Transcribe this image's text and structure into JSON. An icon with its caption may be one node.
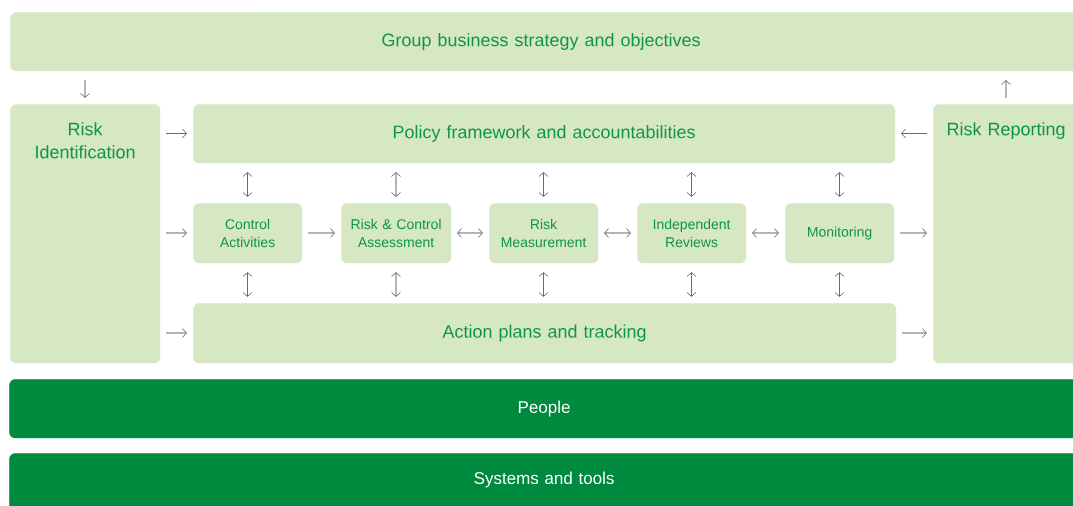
{
  "diagram": {
    "nodes": [
      {
        "text": [
          "Group business strategy and objectives"
        ]
      },
      {
        "text": [
          "Risk Identification"
        ]
      },
      {
        "text": [
          "Policy framework and accountabilities"
        ]
      },
      {
        "text": [
          "Control Activities"
        ]
      },
      {
        "text": [
          "Risk & Control Assessment"
        ]
      },
      {
        "text": [
          "Risk Measurement"
        ]
      },
      {
        "text": [
          "Independent Reviews"
        ]
      },
      {
        "text": [
          "Monitoring"
        ]
      },
      {
        "text": [
          "Action plans and tracking"
        ]
      },
      {
        "text": [
          "Risk Reporting"
        ]
      },
      {
        "text": [
          "People"
        ]
      },
      {
        "text": [
          "Systems and tools"
        ]
      }
    ],
    "edges": [
      {
        "from": 0,
        "to": 1,
        "arrow": "to"
      },
      {
        "from": 1,
        "to": 2,
        "arrow": "to"
      },
      {
        "from": 1,
        "to": 3,
        "arrow": "to"
      },
      {
        "from": 1,
        "to": 8,
        "arrow": "to"
      },
      {
        "from": 9,
        "to": 2,
        "arrow": "to"
      },
      {
        "from": 7,
        "to": 9,
        "arrow": "to"
      },
      {
        "from": 8,
        "to": 9,
        "arrow": "to"
      },
      {
        "from": 9,
        "to": 0,
        "arrow": "to"
      },
      {
        "from": 3,
        "to": 4,
        "arrow": "to"
      },
      {
        "from": 4,
        "to": 5,
        "arrow": "both"
      },
      {
        "from": 5,
        "to": 6,
        "arrow": "both"
      },
      {
        "from": 6,
        "to": 7,
        "arrow": "both"
      },
      {
        "from": 2,
        "to": 3,
        "arrow": "both"
      },
      {
        "from": 2,
        "to": 4,
        "arrow": "both"
      },
      {
        "from": 2,
        "to": 5,
        "arrow": "both"
      },
      {
        "from": 2,
        "to": 6,
        "arrow": "both"
      },
      {
        "from": 2,
        "to": 7,
        "arrow": "both"
      },
      {
        "from": 3,
        "to": 8,
        "arrow": "both"
      },
      {
        "from": 4,
        "to": 8,
        "arrow": "both"
      },
      {
        "from": 5,
        "to": 8,
        "arrow": "both"
      },
      {
        "from": 6,
        "to": 8,
        "arrow": "both"
      },
      {
        "from": 7,
        "to": 8,
        "arrow": "both"
      }
    ]
  }
}
